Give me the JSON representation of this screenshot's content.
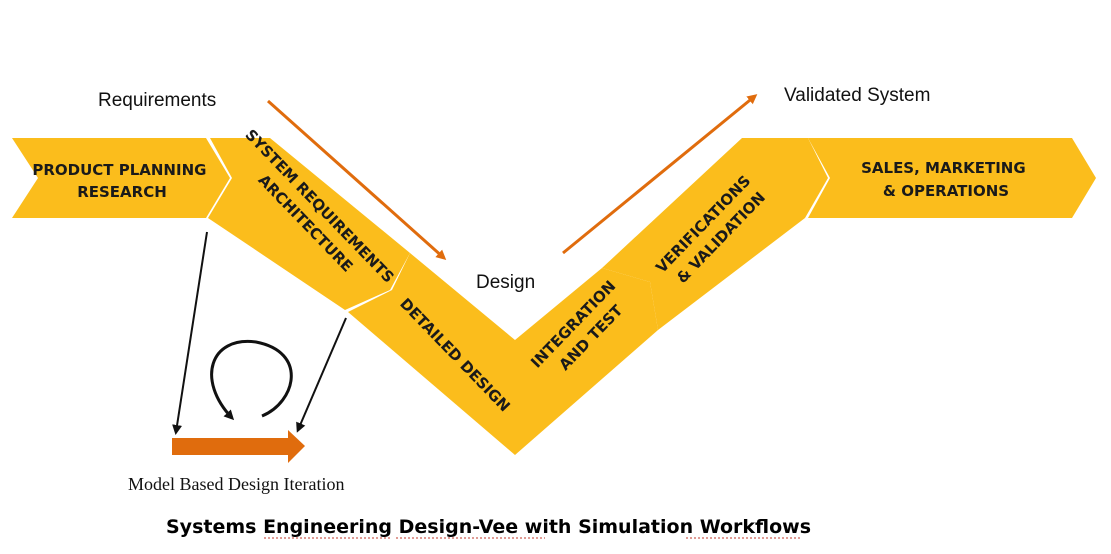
{
  "colors": {
    "stage_fill": "#fbbd1c",
    "accent_arrow": "#e06c0d",
    "ink": "#111111"
  },
  "stages": {
    "product_planning": [
      "PRODUCT  PLANNING",
      "RESEARCH"
    ],
    "system_requirements": [
      "SYSTEM REQUIREMENTS",
      "ARCHITECTURE"
    ],
    "detailed_design": [
      "DETAILED DESIGN"
    ],
    "integration_test": [
      "INTEGRATION",
      "AND TEST"
    ],
    "verification_validation": [
      "VERIFICATIONS",
      "& VALIDATION"
    ],
    "sales_marketing": [
      "SALES,  MARKETING",
      "& OPERATIONS"
    ]
  },
  "annotations": {
    "requirements": "Requirements",
    "design": "Design",
    "validated_system": "Validated System",
    "model_based_iteration": "Model Based Design Iteration"
  },
  "caption": "Systems Engineering Design-Vee with Simulation Workflows",
  "icons": {
    "feedback_loop": "circular-loop-arrow-icon",
    "iteration_arrow": "thick-right-arrow-icon"
  }
}
